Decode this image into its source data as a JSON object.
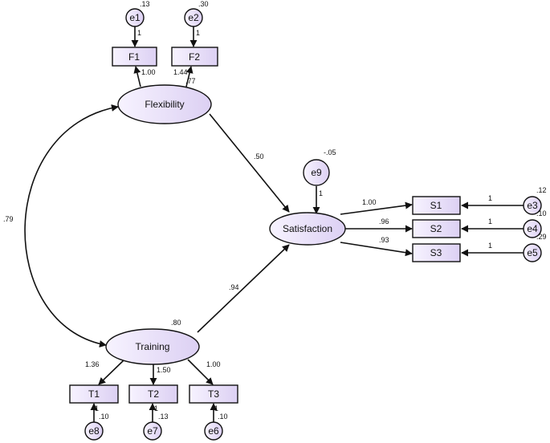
{
  "colors": {
    "node_fill_light": "#f7f3ff",
    "node_fill_dark": "#dcd0f3",
    "stroke": "#111111"
  },
  "latent": {
    "flexibility": "Flexibility",
    "satisfaction": "Satisfaction",
    "training": "Training"
  },
  "observed": {
    "f1": "F1",
    "f2": "F2",
    "s1": "S1",
    "s2": "S2",
    "s3": "S3",
    "t1": "T1",
    "t2": "T2",
    "t3": "T3"
  },
  "errors": {
    "e1": "e1",
    "e2": "e2",
    "e3": "e3",
    "e4": "e4",
    "e5": "e5",
    "e6": "e6",
    "e7": "e7",
    "e8": "e8",
    "e9": "e9"
  },
  "variances": {
    "e1": ".13",
    "e2": ".30",
    "e3": ".12",
    "e4": ".10",
    "e5": ".29",
    "e6": ".10",
    "e7": ".13",
    "e8": ".10",
    "e9": "-.05",
    "training": ".80",
    "flexibility_f2_var": ".77"
  },
  "fixed_paths": {
    "e1_f1": "1",
    "e2_f2": "1",
    "e3_s1": "1",
    "e4_s2": "1",
    "e5_s3": "1",
    "e6_t3": "1",
    "e7_t2": "1",
    "e8_t1": "1",
    "e9_sat": "1"
  },
  "loadings": {
    "flex_f1": "1.00",
    "flex_f2": "1.44",
    "sat_s1": "1.00",
    "sat_s2": ".96",
    "sat_s3": ".93",
    "train_t1": "1.36",
    "train_t2": "1.50",
    "train_t3": "1.00"
  },
  "structural": {
    "flex_sat": ".50",
    "train_sat": ".94",
    "flex_train_cov": ".79"
  }
}
